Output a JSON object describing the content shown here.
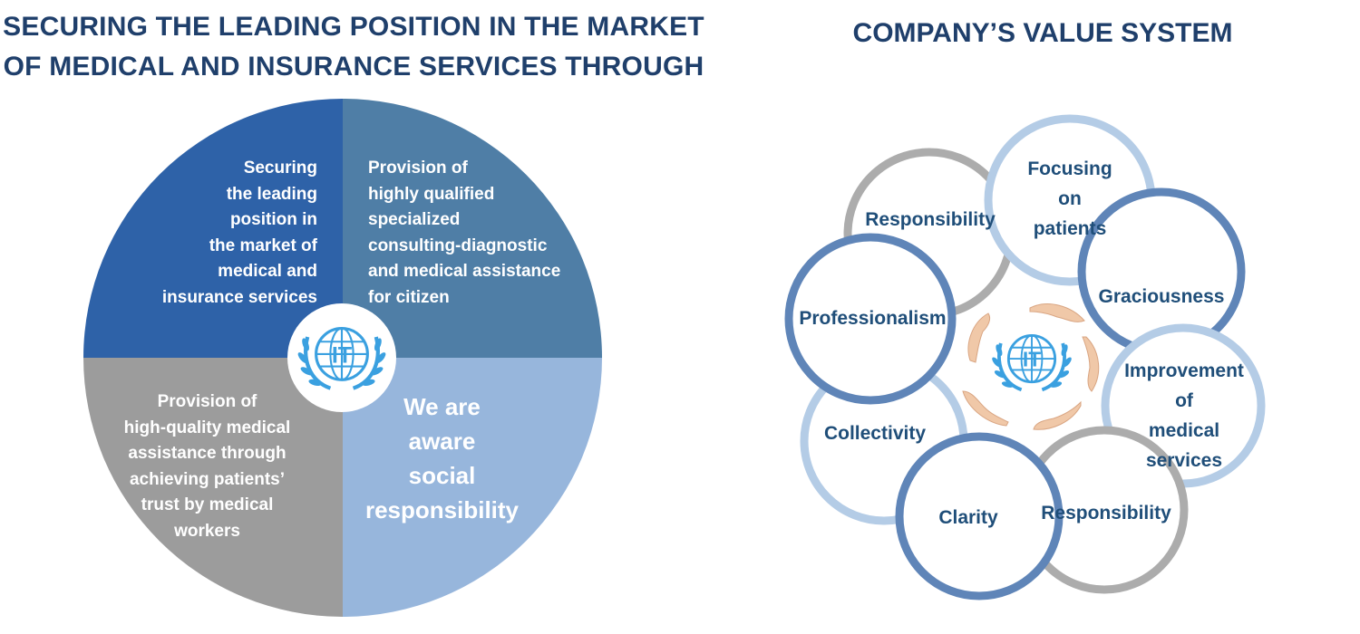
{
  "left": {
    "title_line1": "SECURING THE LEADING POSITION IN THE MARKET",
    "title_line2": "OF  MEDICAL AND INSURANCE SERVICES THROUGH",
    "quadrants": {
      "top_left": [
        "Securing",
        "the leading",
        "position in",
        "the market of",
        "medical and",
        "insurance services"
      ],
      "top_right": [
        "Provision of",
        "highly qualified",
        "specialized",
        "consulting-diagnostic",
        "and medical assistance",
        "for citizen"
      ],
      "bottom_left": [
        "Provision of",
        "high-quality medical",
        "assistance through",
        "achieving patients’",
        "trust by medical",
        "workers"
      ],
      "bottom_right": [
        "We are",
        "aware",
        "social",
        "responsibility"
      ]
    },
    "colors": {
      "top_left": "#2e62a8",
      "top_right": "#4f7ea6",
      "bottom_left": "#9c9c9c",
      "bottom_right": "#97b6dc"
    }
  },
  "right": {
    "title": "COMPANY’S VALUE SYSTEM",
    "values": {
      "focusing": [
        "Focusing",
        "on",
        "patients"
      ],
      "responsibility_top": [
        "Responsibility"
      ],
      "graciousness": [
        "Graciousness"
      ],
      "professionalism": [
        "Professionalism"
      ],
      "improvement": [
        "Improvement",
        "of",
        "medical",
        "services"
      ],
      "collectivity": [
        "Collectivity"
      ],
      "clarity": [
        "Clarity"
      ],
      "responsibility_bottom": [
        "Responsibility"
      ]
    },
    "colors": {
      "light_blue_ring": "#b4cce6",
      "gray_ring": "#acacac",
      "blue_ring": "#5f85b8"
    }
  },
  "logo": {
    "text": "IT",
    "color": "#3aa0e0",
    "icon": "globe-laurel-logo-icon"
  }
}
